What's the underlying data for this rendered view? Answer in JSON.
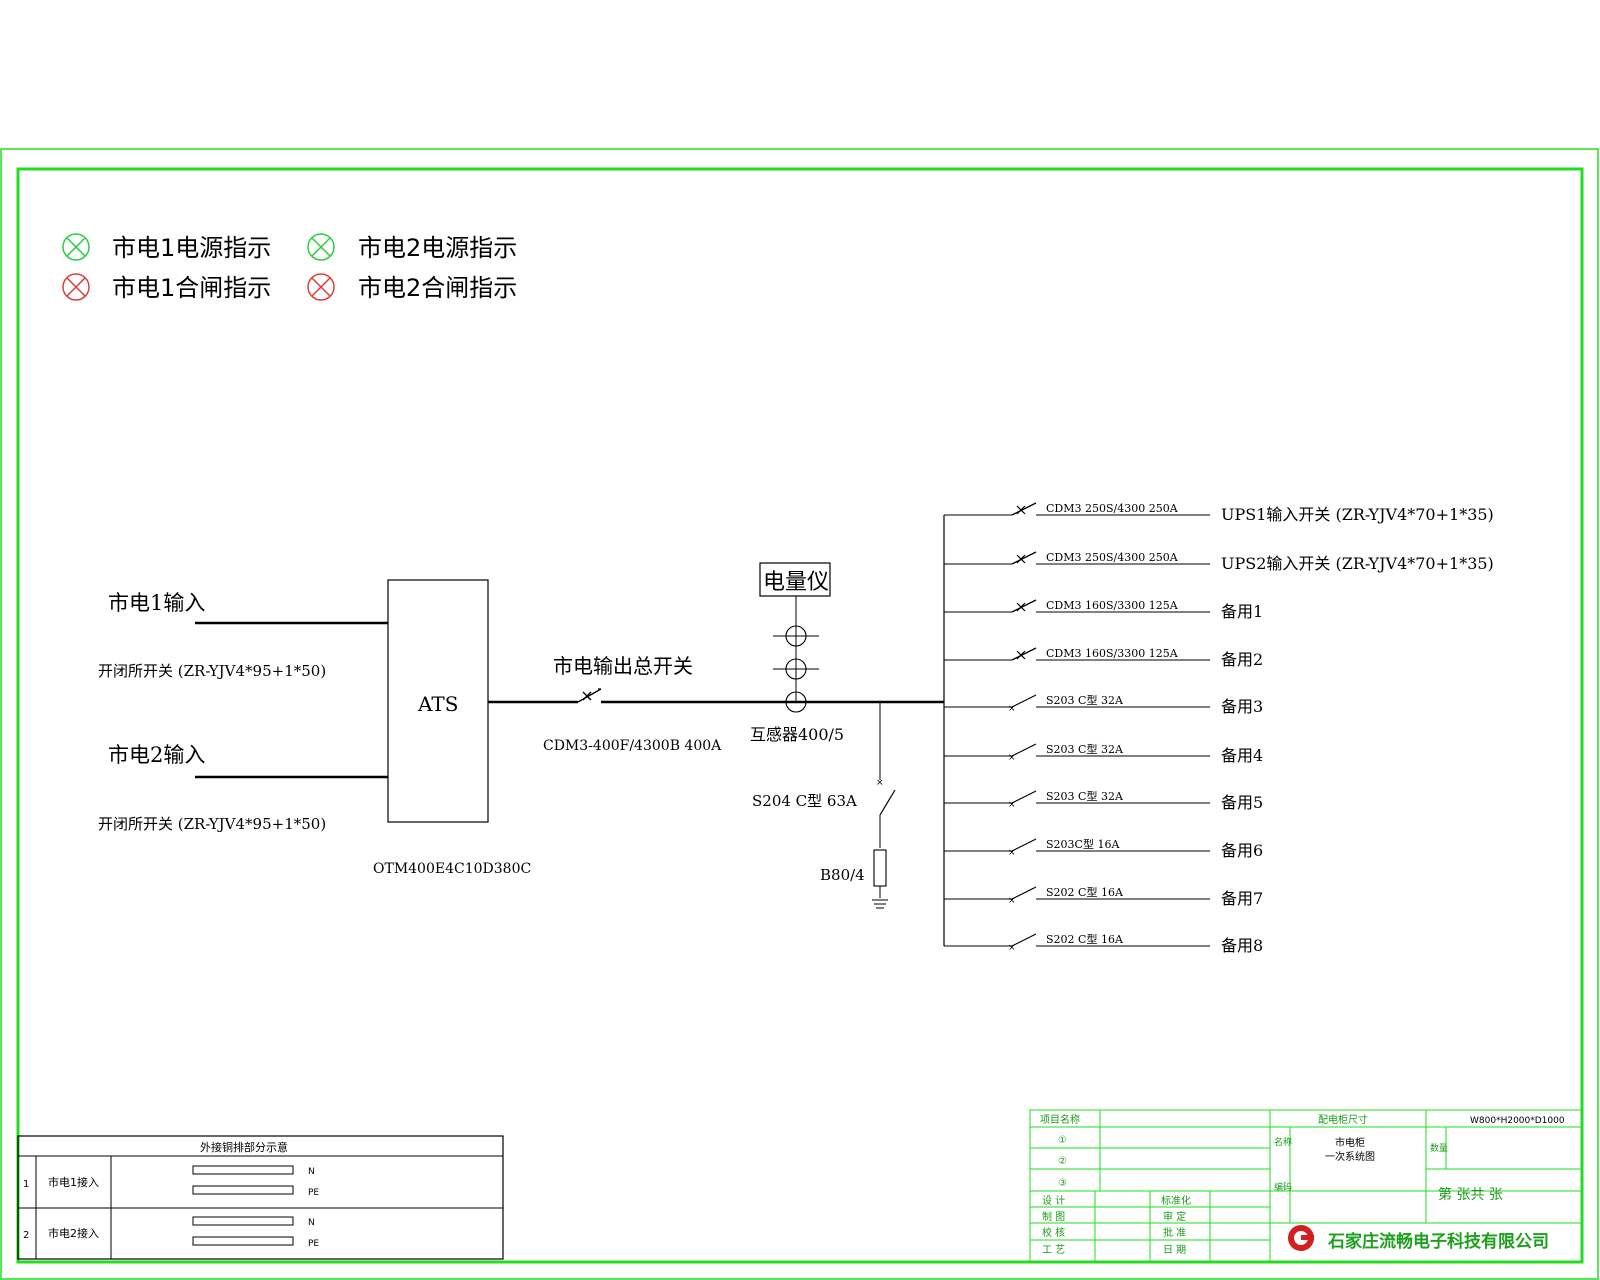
{
  "legend": {
    "items": [
      {
        "label": "市电1电源指示",
        "color": "#2ecc40"
      },
      {
        "label": "市电2电源指示",
        "color": "#2ecc40"
      },
      {
        "label": "市电1合闸指示",
        "color": "#e03c3c"
      },
      {
        "label": "市电2合闸指示",
        "color": "#e03c3c"
      }
    ]
  },
  "inputs": {
    "in1_label": "市电1输入",
    "in1_cable": "开闭所开关 (ZR-YJV4*95+1*50)",
    "in2_label": "市电2输入",
    "in2_cable": "开闭所开关 (ZR-YJV4*95+1*50)"
  },
  "ats": {
    "label": "ATS",
    "model": "OTM400E4C10D380C"
  },
  "main_switch": {
    "label": "市电输出总开关",
    "model": "CDM3-400F/4300B 400A"
  },
  "meter": {
    "label": "电量仪",
    "ct_label": "互感器400/5"
  },
  "spd": {
    "breaker": "S204 C型 63A",
    "arrester": "B80/4"
  },
  "branches": [
    {
      "breaker": "CDM3 250S/4300 250A",
      "load": "UPS1输入开关 (ZR-YJV4*70+1*35)"
    },
    {
      "breaker": "CDM3 250S/4300 250A",
      "load": "UPS2输入开关 (ZR-YJV4*70+1*35)"
    },
    {
      "breaker": "CDM3 160S/3300 125A",
      "load": "备用1"
    },
    {
      "breaker": "CDM3 160S/3300 125A",
      "load": "备用2"
    },
    {
      "breaker": "S203 C型 32A",
      "load": "备用3"
    },
    {
      "breaker": "S203 C型 32A",
      "load": "备用4"
    },
    {
      "breaker": "S203 C型 32A",
      "load": "备用5"
    },
    {
      "breaker": "S203C型 16A",
      "load": "备用6"
    },
    {
      "breaker": "S202 C型 16A",
      "load": "备用7"
    },
    {
      "breaker": "S202 C型 16A",
      "load": "备用8"
    }
  ],
  "busbar_table": {
    "title": "外接铜排部分示意",
    "rows": [
      {
        "no": "1",
        "name": "市电1接入",
        "bars": [
          "N",
          "PE"
        ]
      },
      {
        "no": "2",
        "name": "市电2接入",
        "bars": [
          "N",
          "PE"
        ]
      }
    ]
  },
  "title_block": {
    "project_name_label": "项目名称",
    "circle1": "①",
    "circle2": "②",
    "circle3": "③",
    "design": "设  计",
    "drafting": "制  图",
    "checking": "校  核",
    "process": "工  艺",
    "standardization": "标准化",
    "review": "审  定",
    "approve": "批  准",
    "date": "日  期",
    "cabinet_size_label": "配电柜尺寸",
    "cabinet_size_value": "W800*H2000*D1000",
    "name_label": "名称",
    "name_value_line1": "市电柜",
    "name_value_line2": "一次系统图",
    "code_label": "编码",
    "quantity_label": "数量",
    "sheet_text": "第  张共  张",
    "company": "石家庄流畅电子科技有限公司"
  },
  "colors": {
    "frame": "#22dd22",
    "green_lamp": "#2ecc40",
    "red_lamp": "#e03c3c",
    "logo": "#d21f1f",
    "company": "#1ea01e"
  }
}
